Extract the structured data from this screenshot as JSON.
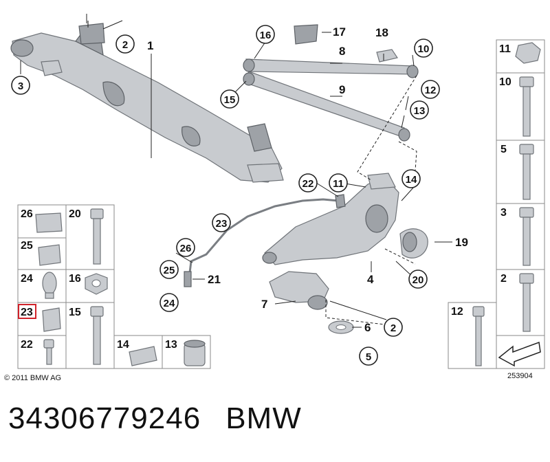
{
  "copyright": "© 2011 BMW AG",
  "diagram_id": "253904",
  "part_number": "34306779246",
  "brand": "BMW",
  "highlight_color": "#d0222a",
  "main_callouts": {
    "c1": "1",
    "c2a": "2",
    "c2b": "2",
    "c3": "3",
    "c4": "4",
    "c5": "5",
    "c6": "6",
    "c7": "7",
    "c8": "8",
    "c9": "9",
    "c10": "10",
    "c11": "11",
    "c12": "12",
    "c13": "13",
    "c14": "14",
    "c15": "15",
    "c16": "16",
    "c17": "17",
    "c18": "18",
    "c19": "19",
    "c20": "20",
    "c21": "21",
    "c22": "22",
    "c23": "23",
    "c24": "24",
    "c25": "25",
    "c26": "26"
  },
  "left_grid": {
    "r1a": "26",
    "r1b": "20",
    "r2a": "25",
    "r3a": "24",
    "r3b": "16",
    "r4a": "23",
    "r4b": "15",
    "r5a": "22",
    "r6a": "14",
    "r6b": "13"
  },
  "right_column": [
    "11",
    "10",
    "5",
    "3",
    "2"
  ],
  "right_extra": "12"
}
